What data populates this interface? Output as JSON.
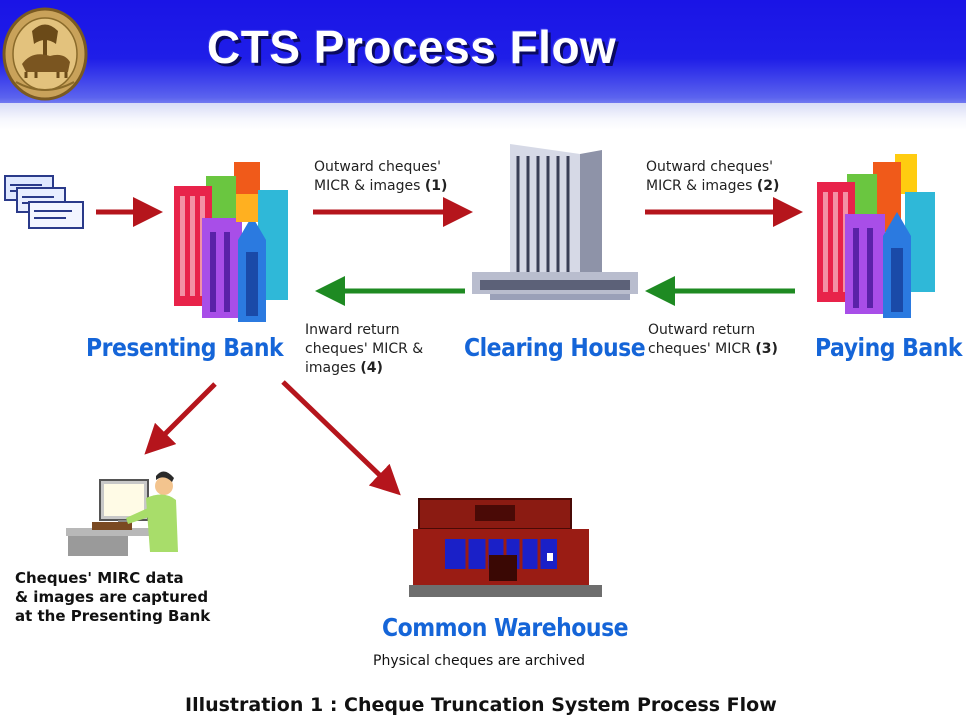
{
  "header": {
    "title": "CTS Process Flow"
  },
  "nodes": {
    "presenting_bank": "Presenting Bank",
    "clearing_house": "Clearing House",
    "paying_bank": "Paying Bank",
    "common_warehouse": "Common Warehouse"
  },
  "flows": {
    "outward_1": {
      "line1": "Outward cheques'",
      "line2": "MICR & images ",
      "step": "(1)"
    },
    "outward_2": {
      "line1": "Outward cheques'",
      "line2": "MICR & images ",
      "step": "(2)"
    },
    "outward_return_3": {
      "line1": "Outward return",
      "line2": "cheques' MICR ",
      "step": "(3)"
    },
    "inward_return_4": {
      "line1": "Inward return",
      "line2": "cheques' MICR &",
      "line3": "images ",
      "step": "(4)"
    }
  },
  "captions": {
    "capture": [
      "Cheques' MIRC data",
      "& images are captured",
      "at the Presenting Bank"
    ],
    "archive": "Physical cheques are archived"
  },
  "footer": "Illustration 1 : Cheque Truncation System Process Flow",
  "colors": {
    "banner": "#1f1ee8",
    "forward_arrow": "#b5151c",
    "return_arrow": "#1e8a22",
    "node_label": "#1565d8"
  },
  "icons": [
    "rbi-seal-icon",
    "cheques-icon",
    "bank-buildings-icon",
    "office-tower-icon",
    "computer-operator-icon",
    "warehouse-icon"
  ]
}
